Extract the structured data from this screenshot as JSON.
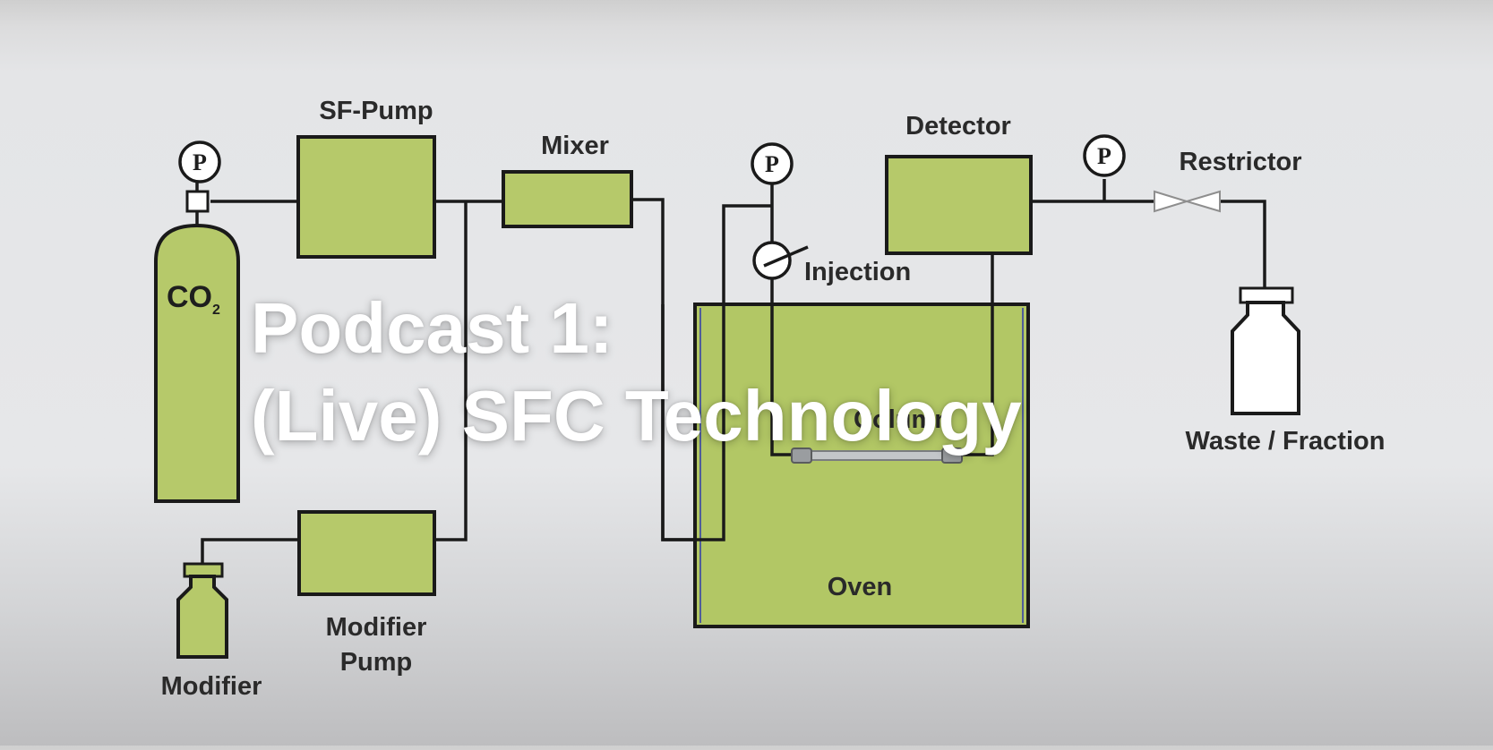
{
  "podcast": {
    "title_line1": "Podcast 1:",
    "title_line2": "(Live) SFC Technology"
  },
  "diagram": {
    "labels": {
      "sf_pump": "SF-Pump",
      "mixer": "Mixer",
      "detector": "Detector",
      "restrictor": "Restrictor",
      "injection": "Injection",
      "co2_main": "CO",
      "co2_sub": "2",
      "column": "Column",
      "oven": "Oven",
      "modifier_pump_1": "Modifier",
      "modifier_pump_2": "Pump",
      "modifier": "Modifier",
      "waste_fraction": "Waste / Fraction",
      "gauge": "P"
    },
    "colors": {
      "component_fill": "#b6c96a",
      "oven_fill": "#b2c765",
      "line": "#1a1a1a",
      "label_text": "#2a2a2a",
      "overlay_text": "#ffffff"
    }
  }
}
